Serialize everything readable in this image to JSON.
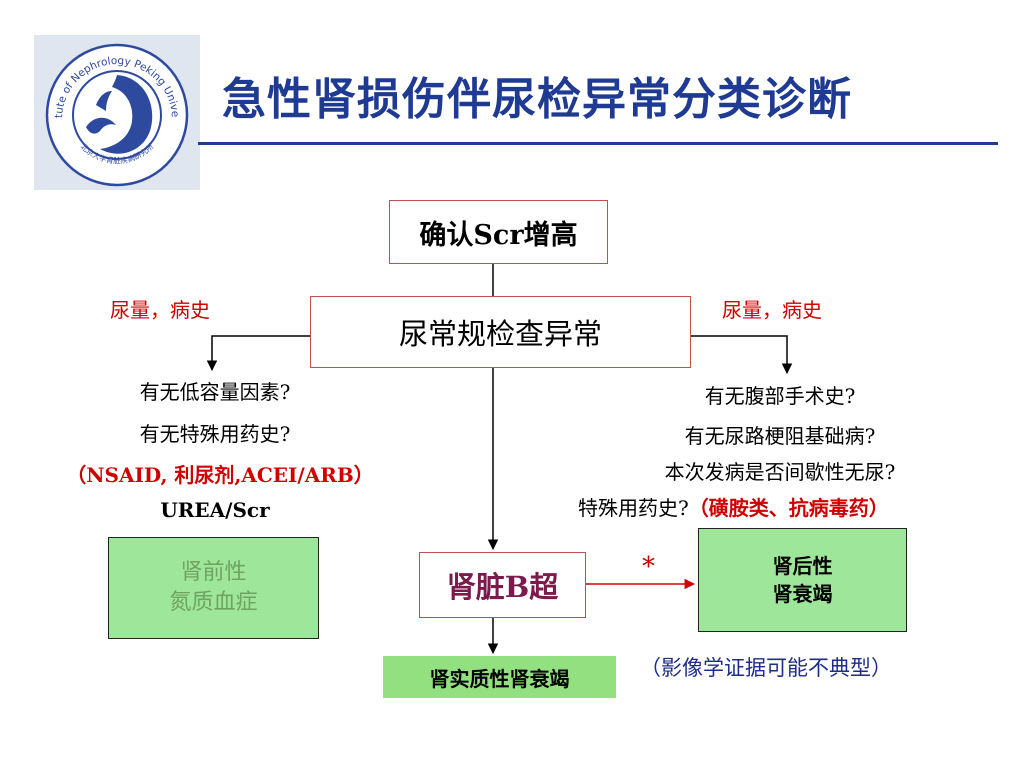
{
  "title": "急性肾损伤伴尿检异常分类诊断",
  "logo": {
    "ring_text": "Institute of Nephrology Peking University",
    "bottom_text": "北京大学肾脏疾病研究所",
    "colors": {
      "ring": "#2e4a9e",
      "emblem": "#2e4a9e",
      "background": "#dfe6ef"
    }
  },
  "boxes": {
    "confirm": "确认Scr增高",
    "urine_abnormal": "尿常规检查异常",
    "kidney_us": "肾脏B超",
    "prerenal": [
      "肾前性",
      "氮质血症"
    ],
    "postrenal": [
      "肾后性",
      "肾衰竭"
    ],
    "intrinsic": "肾实质性肾衰竭"
  },
  "left": {
    "volume_history": "尿量，病史",
    "questions": [
      "有无低容量因素?",
      "有无特殊用药史?"
    ],
    "drug_note": "（NSAID, 利尿剂,ACEI/ARB）",
    "urea_scr": "UREA/Scr"
  },
  "right": {
    "volume_history": "尿量，病史",
    "questions": [
      "有无腹部手术史?",
      "有无尿路梗阻基础病?",
      "本次发病是否间歇性无尿?"
    ],
    "drug_question": "特殊用药史?",
    "drug_note": "（磺胺类、抗病毒药）"
  },
  "asterisk": "*",
  "imaging_note": "（影像学证据可能不典型）",
  "colors": {
    "title": "#1f3a93",
    "red_text": "#d00000",
    "box_border": "#c0504d",
    "green_fill": "#9ee79a",
    "prerenal_text": "#6fa35f",
    "kidney_us_text": "#7b1a4b",
    "note_blue": "#1f2d8a"
  }
}
